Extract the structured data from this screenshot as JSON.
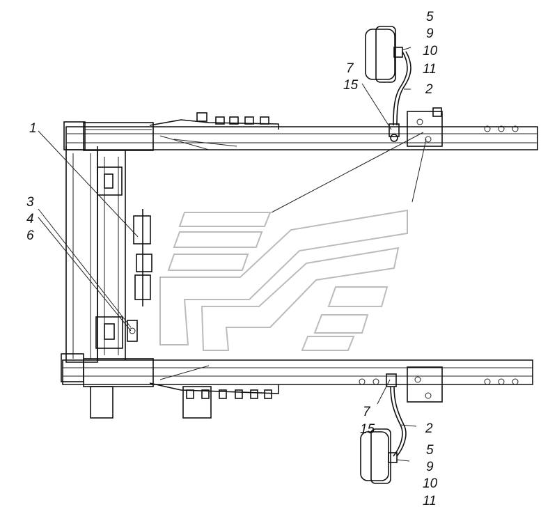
{
  "callouts": {
    "top_right": [
      "5",
      "9",
      "10",
      "11"
    ],
    "top_hose": [
      "7",
      "15",
      "2"
    ],
    "left": [
      "1",
      "3",
      "4",
      "6"
    ],
    "bottom_hose": [
      "7",
      "15",
      "2"
    ],
    "bottom_right": [
      "5",
      "9",
      "10",
      "11"
    ]
  }
}
